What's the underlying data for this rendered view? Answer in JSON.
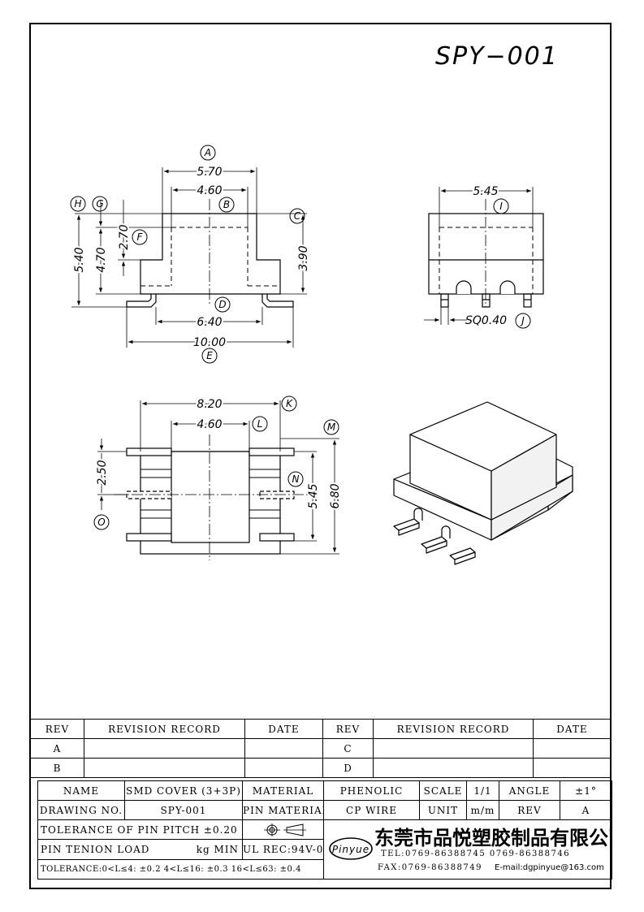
{
  "drawing": {
    "number": "SPY−001"
  },
  "views": {
    "front": {
      "dims": {
        "a": "5.70",
        "b": "4.60",
        "c": "3.90",
        "d": "6.40",
        "e": "10.00",
        "f": "2.70",
        "g": "4.70",
        "h": "5.40"
      },
      "callouts": {
        "a": "A",
        "b": "B",
        "c": "C",
        "d": "D",
        "e": "E",
        "f": "F",
        "g": "G",
        "h": "H"
      }
    },
    "side": {
      "dims": {
        "i": "5.45",
        "j": "SQ0.40"
      },
      "callouts": {
        "i": "I",
        "j": "J"
      }
    },
    "top": {
      "dims": {
        "k": "8.20",
        "l": "4.60",
        "m": "6.80",
        "n": "5.45",
        "o": "2.50"
      },
      "callouts": {
        "k": "K",
        "l": "L",
        "m": "M",
        "n": "N",
        "o": "O"
      }
    }
  },
  "revision_table": {
    "headers": [
      "REV",
      "REVISION RECORD",
      "DATE",
      "REV",
      "REVISION RECORD",
      "DATE"
    ],
    "rows": [
      [
        "A",
        "",
        "",
        "C",
        "",
        ""
      ],
      [
        "B",
        "",
        "",
        "D",
        "",
        ""
      ]
    ]
  },
  "title_block": {
    "name_label": "NAME",
    "name_value": "SMD COVER (3+3P)",
    "material_label": "MATERIAL",
    "material_value": "PHENOLIC",
    "scale_label": "SCALE",
    "scale_value": "1/1",
    "angle_label": "ANGLE",
    "angle_value": "±1°",
    "drawing_no_label": "DRAWING NO.",
    "drawing_no_value": "SPY-001",
    "pin_material_label": "PIN MATERIAL",
    "pin_material_value": "CP WIRE",
    "unit_label": "UNIT",
    "unit_value": "m/m",
    "rev_label": "REV",
    "rev_value": "A",
    "pin_pitch_tolerance": "TOLERANCE OF PIN PITCH ±0.20",
    "pin_tension_label": "PIN TENION LOAD",
    "pin_tension_value": "kg MIN",
    "ul_rec": "UL REC:94V-0",
    "tolerance": "TOLERANCE:0<L≤4: ±0.2  4<L≤16: ±0.3  16<L≤63: ±0.4"
  },
  "company": {
    "logo_text": "Pinyue",
    "name_cn": "东莞市品悦塑胶制品有限公司",
    "tel": "TEL:0769-86388745   0769-86388746",
    "fax": "FAX:0769-86388749",
    "email": "E-mail:dgpinyue@163.com"
  },
  "colors": {
    "line": "#000000",
    "paper": "#ffffff",
    "solid_fill": "#ffffff",
    "shade_fill": "#f2f2f2"
  }
}
